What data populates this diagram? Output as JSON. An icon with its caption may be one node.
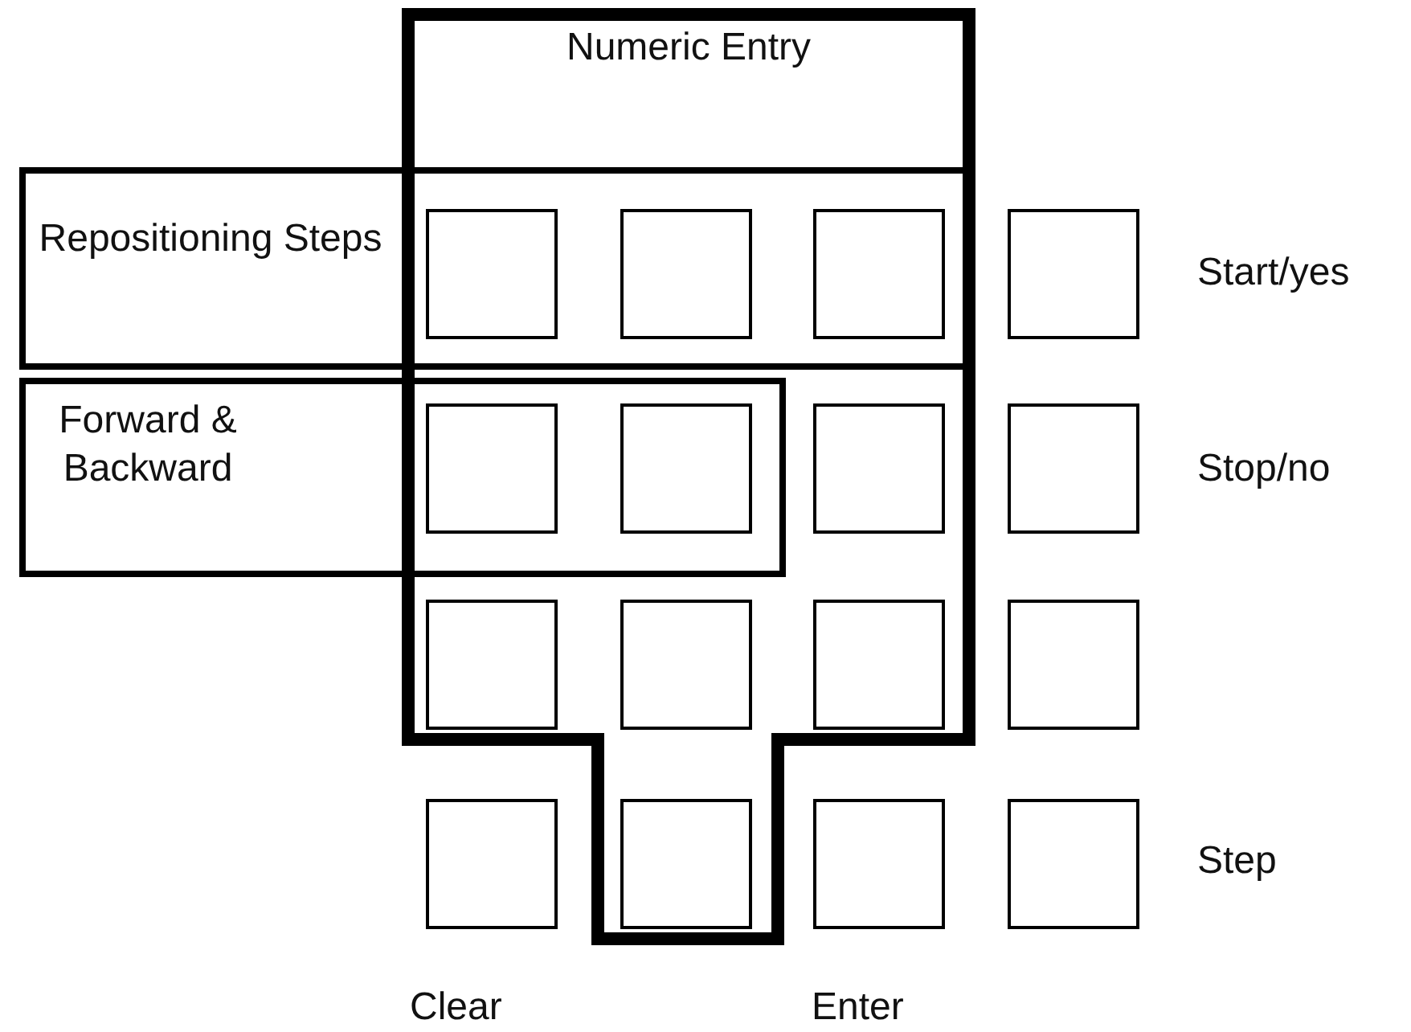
{
  "diagram": {
    "nodes": [
      {
        "text": [
          "Numeric Entry"
        ]
      },
      {
        "text": [
          "Repositioning Steps"
        ]
      },
      {
        "text": [
          "Forward & Backward"
        ]
      },
      {
        "text": [],
        "shape": "box"
      },
      {
        "text": [],
        "shape": "box"
      },
      {
        "text": [],
        "shape": "box"
      },
      {
        "text": [],
        "shape": "box"
      },
      {
        "text": [],
        "shape": "box"
      },
      {
        "text": [],
        "shape": "box"
      },
      {
        "text": [],
        "shape": "box",
        "in": 0
      },
      {
        "text": [],
        "shape": "box"
      },
      {
        "text": [],
        "shape": "box",
        "in": 0
      },
      {
        "text": [],
        "shape": "box",
        "in": 0
      },
      {
        "text": [],
        "shape": "box",
        "in": 0
      },
      {
        "text": [],
        "shape": "box"
      },
      {
        "text": [],
        "shape": "box"
      },
      {
        "text": [],
        "shape": "box",
        "in": 0
      },
      {
        "text": [],
        "shape": "box"
      },
      {
        "text": [],
        "shape": "box"
      }
    ],
    "labels": [
      "Start/yes",
      "Stop/no",
      "Step",
      "Clear",
      "Enter"
    ]
  }
}
